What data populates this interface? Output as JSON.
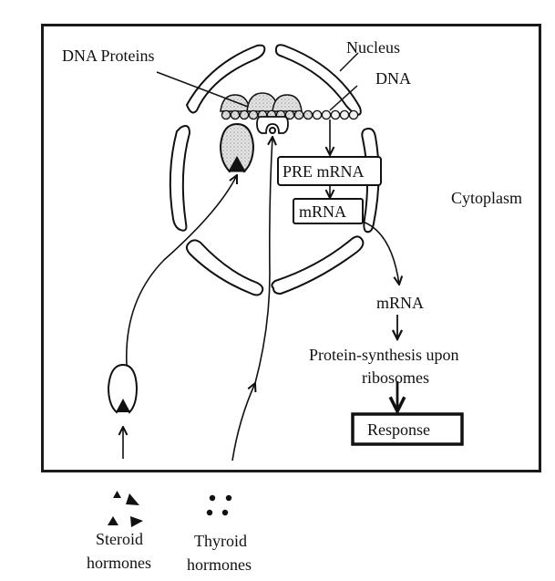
{
  "title": "Mechanism of steroid and thyroid hormone action",
  "labels": {
    "dna_proteins": "DNA Proteins",
    "nucleus": "Nucleus",
    "dna": "DNA",
    "cytoplasm": "Cytoplasm",
    "pre_mrna": "PRE mRNA",
    "mrna_nuclear": "mRNA",
    "mrna_cytoplasm": "mRNA",
    "protein_synthesis_line1": "Protein-synthesis upon",
    "protein_synthesis_line2": "ribosomes",
    "response": "Response",
    "steroid_line1": "Steroid",
    "steroid_line2": "hormones",
    "thyroid_line1": "Thyroid",
    "thyroid_line2": "hormones"
  },
  "legend": [
    {
      "name": "Steroid hormones",
      "symbol": "triangle"
    },
    {
      "name": "Thyroid hormones",
      "symbol": "dot"
    }
  ],
  "flow": [
    "DNA",
    "PRE mRNA",
    "mRNA",
    "mRNA",
    "Protein-synthesis upon ribosomes",
    "Response"
  ],
  "colors": {
    "ink": "#111111",
    "stipple": "#c8c8c8",
    "background": "#ffffff"
  }
}
